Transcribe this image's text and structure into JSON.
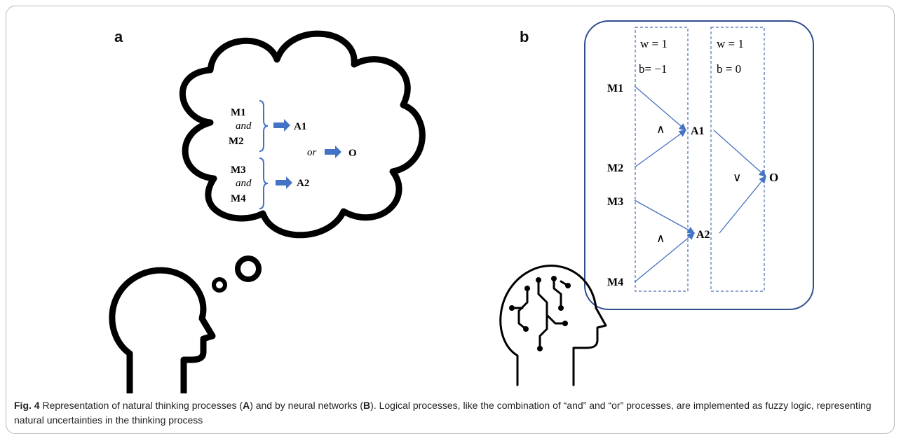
{
  "panel_a": {
    "letter": "a",
    "rows": {
      "m1": "M1",
      "and1": "and",
      "m2": "M2",
      "a1": "A1",
      "or": "or",
      "o": "O",
      "m3": "M3",
      "and2": "and",
      "m4": "M4",
      "a2": "A2"
    }
  },
  "panel_b": {
    "letter": "b",
    "layer1": {
      "w": "w = 1",
      "b": "b= −1"
    },
    "layer2": {
      "w": "w = 1",
      "b": "b = 0"
    },
    "inputs": [
      "M1",
      "M2",
      "M3",
      "M4"
    ],
    "hidden": [
      "A1",
      "A2"
    ],
    "output": "O",
    "and_symbol": "∧",
    "or_symbol": "∨"
  },
  "caption": {
    "fig_label": "Fig. 4",
    "t1": " Representation of natural thinking processes (",
    "A": "A",
    "t2": ") and by neural networks (",
    "B": "B",
    "t3": "). Logical processes, like the combination of “and” and “or” processes, are implemented as fuzzy logic, representing natural uncertainties in the thinking process"
  },
  "colors": {
    "arrow_blue": "#4472c4",
    "box_border": "#2f4f8f",
    "dashed": "#4a6fb5",
    "ink": "#000000"
  }
}
